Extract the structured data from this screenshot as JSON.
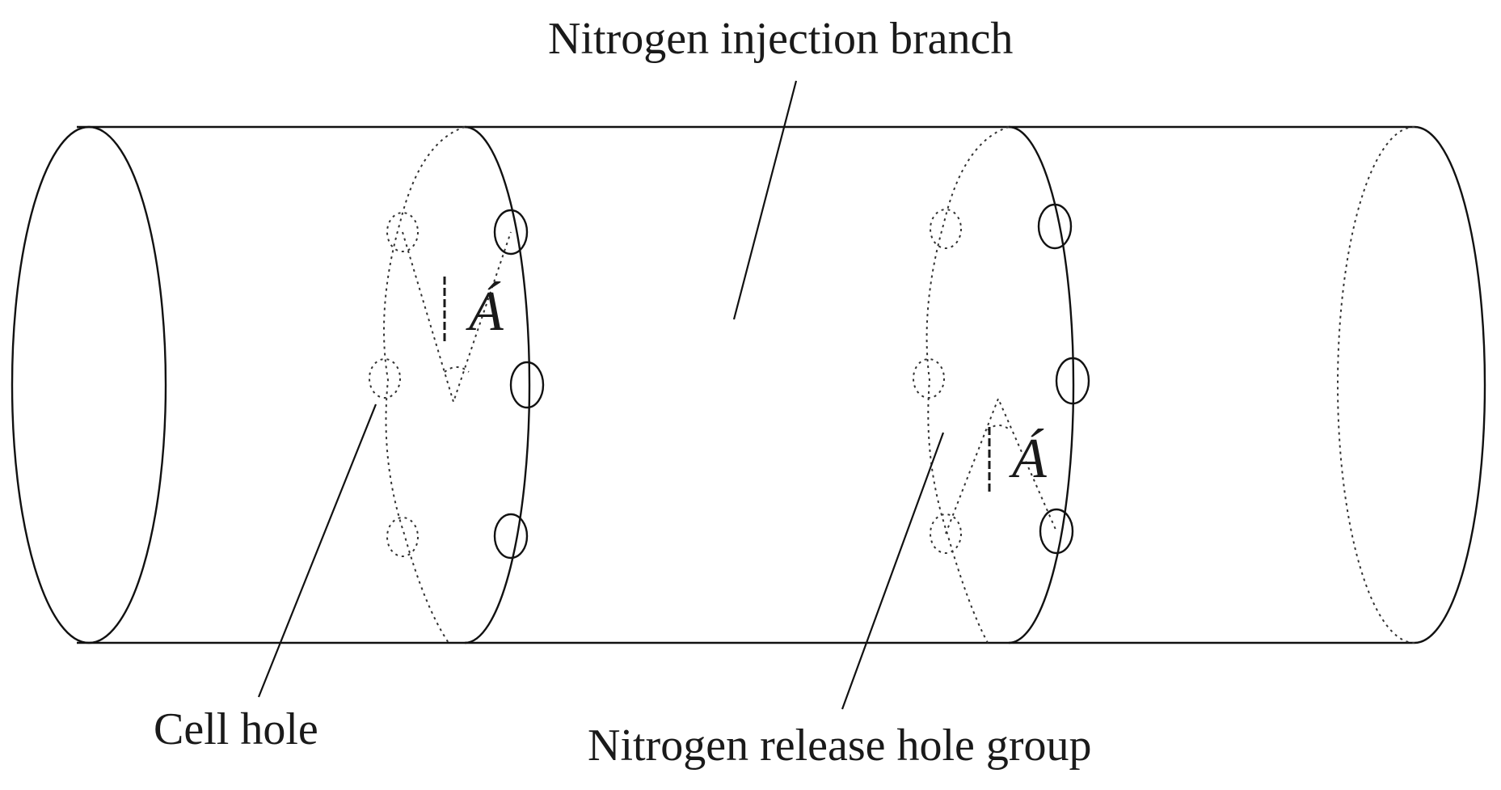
{
  "labels": {
    "injection_branch": "Nitrogen injection branch",
    "cell_hole": "Cell hole",
    "release_hole_group": "Nitrogen release hole group"
  },
  "angle_symbol": "Á",
  "colors": {
    "stroke": "#111111",
    "dotted_stroke": "#333333",
    "text": "#1a1a1a",
    "background": "#ffffff"
  }
}
